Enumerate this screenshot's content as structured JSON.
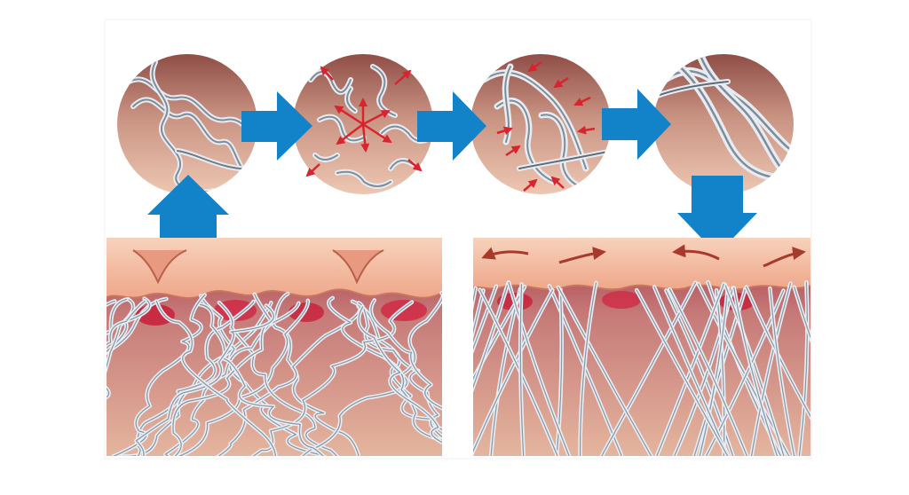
{
  "stages": [
    {
      "name": "stage-1-wavy-collagen"
    },
    {
      "name": "stage-2-fragmented-collagen"
    },
    {
      "name": "stage-3-regenerating-collagen"
    },
    {
      "name": "stage-4-restored-collagen"
    }
  ],
  "colors": {
    "flow_arrow": "#1283C8",
    "force_arrow": "#D8242E",
    "surface_arrow": "#A83A2C",
    "epidermis": "#F2B89A",
    "dermis": "#D4998A",
    "fiber": "#A9B6C4"
  },
  "panels": [
    "before-skin",
    "after-skin"
  ]
}
